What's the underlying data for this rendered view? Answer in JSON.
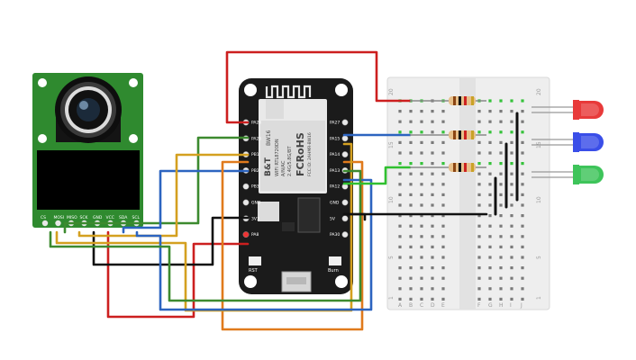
{
  "camera": {
    "pin_labels": [
      "CS",
      "MOSI",
      "MISO",
      "SCK",
      "GND",
      "VCC",
      "SDA",
      "SCL"
    ]
  },
  "board": {
    "brand": "B&T",
    "model": "BW16",
    "specs": [
      "WIFI RTL8720DN",
      "A/N/AC",
      "2.4G/5.8G/BT"
    ],
    "cert": "FCRoHS",
    "fcc": "FCC ID: 2AHMR-BW16",
    "left_pins": [
      "PA26",
      "PA25",
      "PB1",
      "PB2",
      "PB3",
      "GND",
      "3V3",
      "PA8"
    ],
    "right_pins": [
      "PA27",
      "PA15",
      "PA14",
      "PA13",
      "PA12",
      "GND",
      "5V",
      "PA30"
    ],
    "buttons": [
      "RST",
      "Burn"
    ]
  },
  "breadboard": {
    "row_numbers": [
      "20",
      "15",
      "10",
      "5",
      "1"
    ],
    "col_letters_left": [
      "A",
      "B",
      "C",
      "D",
      "E"
    ],
    "col_letters_right": [
      "F",
      "G",
      "H",
      "I",
      "J"
    ]
  },
  "leds": [
    {
      "color": "red",
      "hex": "#e83a3a"
    },
    {
      "color": "blue",
      "hex": "#3a4ee8"
    },
    {
      "color": "green",
      "hex": "#3ec45a"
    }
  ],
  "colors": {
    "board_pcb": "#1b1b1b",
    "camera_pcb": "#2f8a2f",
    "wire_red": "#cc1f1f",
    "wire_green": "#3c8a2f",
    "wire_blue": "#2c64c0",
    "wire_black": "#111111",
    "wire_orange": "#e07a1c",
    "wire_yellow": "#d4a020"
  }
}
